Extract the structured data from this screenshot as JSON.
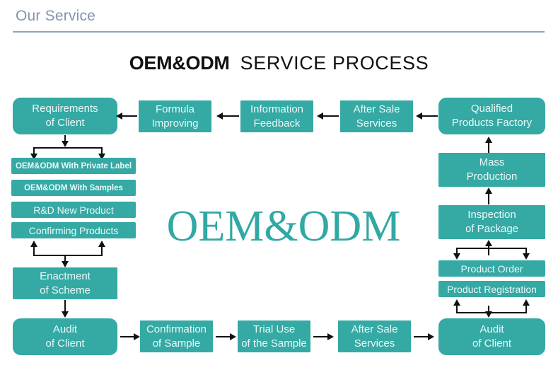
{
  "header": {
    "section_title": "Our Service"
  },
  "diagram": {
    "title_strong": "OEM&ODM",
    "title_light": "SERVICE PROCESS",
    "watermark": "OEM&ODM",
    "colors": {
      "box_fill": "#35a9a4",
      "box_text": "#eaf9f8",
      "watermark": "#31a8a3",
      "header_text": "#8094b0",
      "header_rule": "#93a5bd",
      "connector": "#111111",
      "background": "#ffffff"
    },
    "top_row": [
      {
        "line1": "Requirements",
        "line2": "of Client",
        "shape": "rounded"
      },
      {
        "line1": "Formula",
        "line2": "Improving",
        "shape": "square"
      },
      {
        "line1": "Information",
        "line2": "Feedback",
        "shape": "square"
      },
      {
        "line1": "After Sale",
        "line2": "Services",
        "shape": "square"
      },
      {
        "line1": "Qualified",
        "line2": "Products Factory",
        "shape": "rounded"
      }
    ],
    "left_options": [
      {
        "label": "OEM&ODM With Private Label",
        "size": "small"
      },
      {
        "label": "OEM&ODM With Samples",
        "size": "small"
      },
      {
        "label": "R&D New Product",
        "size": "large"
      },
      {
        "label": "Confirming Products",
        "size": "large"
      }
    ],
    "left_column": [
      {
        "line1": "Enactment",
        "line2": "of Scheme",
        "shape": "square"
      },
      {
        "line1": "Audit",
        "line2": "of Client",
        "shape": "rounded"
      }
    ],
    "bottom_row": [
      {
        "line1": "Confirmation",
        "line2": "of Sample",
        "shape": "square"
      },
      {
        "line1": "Trial Use",
        "line2": "of the Sample",
        "shape": "square"
      },
      {
        "line1": "After Sale",
        "line2": "Services",
        "shape": "square"
      },
      {
        "line1": "Audit",
        "line2": "of Client",
        "shape": "rounded"
      }
    ],
    "right_column": [
      {
        "line1": "Mass",
        "line2": "Production",
        "shape": "square"
      },
      {
        "line1": "Inspection",
        "line2": "of Package",
        "shape": "square"
      }
    ],
    "right_options": [
      {
        "label": "Product Order",
        "size": "large"
      },
      {
        "label": "Product Registration",
        "size": "large"
      }
    ]
  }
}
